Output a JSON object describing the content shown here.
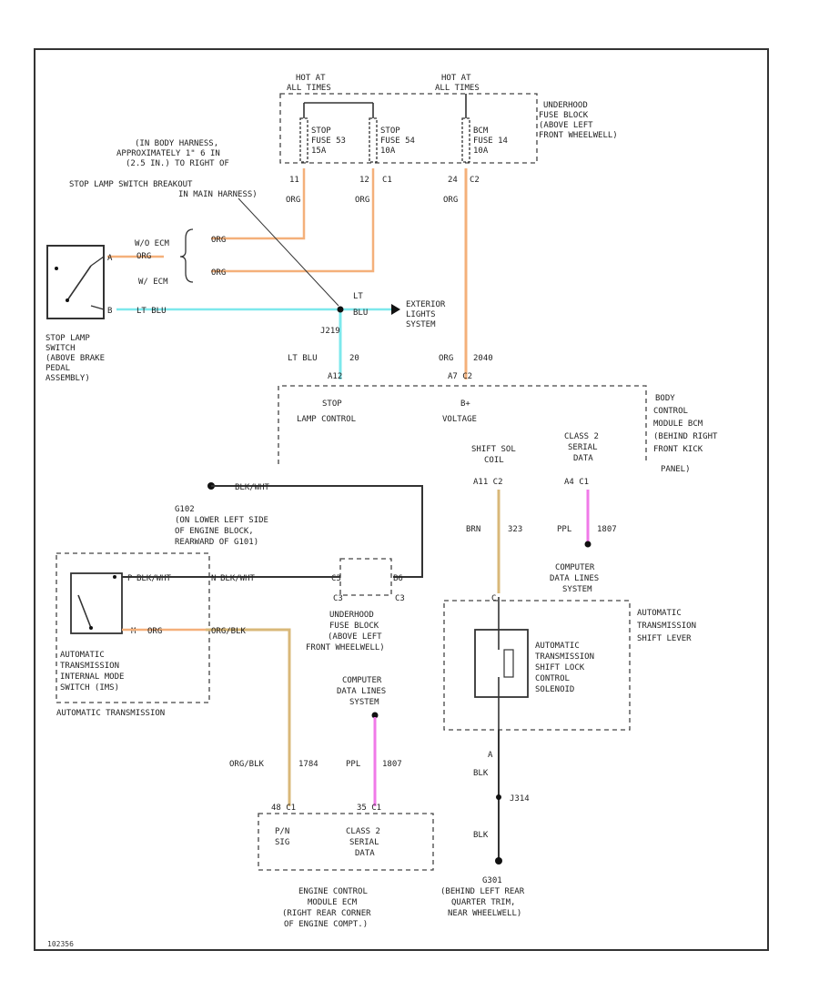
{
  "colors": {
    "orange": "#f4b07a",
    "light_blue": "#7de8ec",
    "pink": "#f07ae8",
    "brown": "#d9b879",
    "black": "#333333"
  },
  "texts": {
    "hot_at_all_times_1": [
      "HOT AT",
      "ALL TIMES"
    ],
    "hot_at_all_times_2": [
      "HOT AT",
      "ALL TIMES"
    ],
    "fuse_stop1": [
      "STOP",
      "FUSE 53",
      "15A"
    ],
    "fuse_stop2": [
      "STOP",
      "FUSE 54",
      "10A"
    ],
    "fuse_bcm": [
      "BCM",
      "FUSE 14",
      "10A"
    ],
    "underhood_fuse_block_top": [
      "UNDERHOOD",
      "FUSE BLOCK",
      "(ABOVE LEFT",
      "FRONT WHEELWELL)"
    ],
    "splice_note": [
      "(IN BODY HARNESS,",
      "APPROXIMATELY 1\" 6 IN",
      "(2.5 IN.) TO RIGHT OF",
      "STOP LAMP SWITCH BREAKOUT",
      "IN MAIN HARNESS)"
    ],
    "pin_c1": "C1",
    "pin_c2": "C2",
    "pin_24": "24",
    "pin_11": "11",
    "pin_12": "12",
    "wire_org1": "ORG",
    "wire_org2": "ORG",
    "wire_org3": "ORG",
    "wire_org4": "ORG",
    "wire_org5": "ORG",
    "wo_ecm": "W/O ECM",
    "w_ecm": "W/ ECM",
    "wire_lt_blu1": "LT BLU",
    "wire_lt_blu2": "LT BLU",
    "wire_lt_blu3": "LT BLU",
    "pin_20": "20",
    "splice_j219": "J219",
    "exterior_lights": [
      "EXTERIOR",
      "LIGHTS",
      "SYSTEM"
    ],
    "stop_lamp_switch": [
      "STOP LAMP",
      "SWITCH",
      "(ABOVE BRAKE",
      "PEDAL",
      "ASSEMBLY)"
    ],
    "wire_org_2040": "2040",
    "bcm_pins_left": "A12",
    "bcm_pins_right": "A7  C2",
    "stop_lamp_control": [
      "STOP",
      "LAMP CONTROL"
    ],
    "b_plus_voltage": [
      "B+",
      "VOLTAGE"
    ],
    "bcm_label": [
      "BODY",
      "CONTROL",
      "MODULE BCM",
      "(BEHIND RIGHT",
      "FRONT KICK",
      "PANEL)"
    ],
    "shift_sol_coil": [
      "SHIFT SOL",
      "COIL"
    ],
    "class2_serial_data_bcm": [
      "CLASS 2",
      "SERIAL",
      "DATA"
    ],
    "pin_a11_c2": "A11  C2",
    "pin_a4_c1": "A4  C1",
    "wire_brn_323": [
      "BRN",
      "323"
    ],
    "wire_ppl_1807_a": [
      "PPL",
      "1807"
    ],
    "ground_g102_label": [
      "G102",
      "(ON LOWER LEFT SIDE",
      "OF ENGINE BLOCK,",
      "REARWARD OF G101)"
    ],
    "wire_blk_wht1": "BLK/WHT",
    "wire_blk_wht2": "BLK/WHT",
    "wire_blk_wht3": "BLK/WHT",
    "pin_p": "P",
    "pin_n": "N",
    "pin_b": "B",
    "pin_b2": "B6",
    "pin_c3": "C3",
    "pin_c3b": "C3",
    "pin_m": "M",
    "computer_data_lines_top": [
      "COMPUTER",
      "DATA LINES",
      "SYSTEM"
    ],
    "trans_shift_lever": [
      "AUTOMATIC",
      "TRANSMISSION",
      "SHIFT LEVER"
    ],
    "shift_lock_solenoid": [
      "AUTOMATIC",
      "TRANSMISSION",
      "SHIFT LOCK",
      "CONTROL",
      "SOLENOID"
    ],
    "underhood_fuse_block_mid": [
      "UNDERHOOD",
      "FUSE BLOCK",
      "(ABOVE LEFT",
      "FRONT WHEELWELL)"
    ],
    "internal_mode_switch": [
      "AUTOMATIC",
      "TRANSMISSION",
      "INTERNAL MODE",
      "SWITCH (IMS)"
    ],
    "automatic_transmission": "AUTOMATIC TRANSMISSION",
    "wire_org_blk": "ORG/BLK",
    "wire_org_blk2": "ORG/BLK",
    "wire_1784": "1784",
    "computer_data_lines_bottom": [
      "COMPUTER",
      "DATA LINES",
      "SYSTEM"
    ],
    "wire_ppl_1807_b": [
      "PPL",
      "1807"
    ],
    "pin_a": "A",
    "wire_blk1": "BLK",
    "splice_j314": "J314",
    "wire_blk2": "BLK",
    "ecm_pins": "48  C1",
    "ecm_pins_right": "35  C1",
    "pin_sig": [
      "P/N",
      "SIG"
    ],
    "class2_serial_data_ecm": [
      "CLASS 2",
      "SERIAL",
      "DATA"
    ],
    "ecm_label": [
      "ENGINE CONTROL",
      "MODULE ECM",
      "(RIGHT REAR CORNER",
      "OF ENGINE COMPT.)"
    ],
    "ground_g301_label": [
      "G301",
      "(BEHIND LEFT REAR",
      "QUARTER TRIM,",
      "NEAR WHEELWELL)"
    ],
    "footer_id": "102356"
  }
}
